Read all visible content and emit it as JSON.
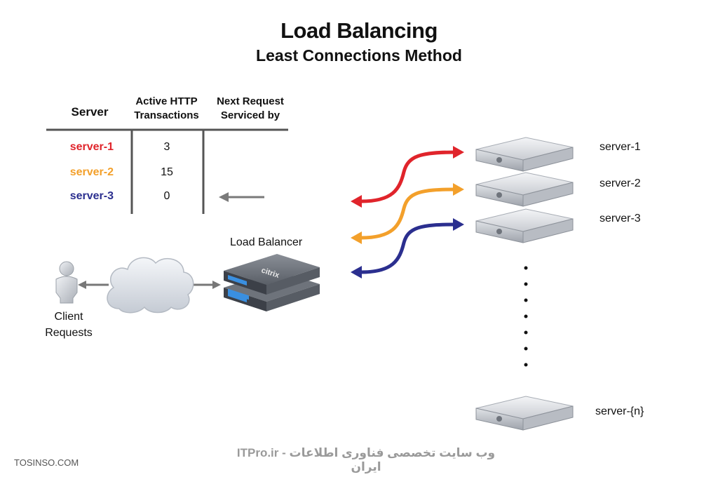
{
  "header": {
    "title": "Load Balancing",
    "subtitle": "Least Connections Method"
  },
  "table": {
    "col_server": "Server",
    "col_active": "Active HTTP\nTransactions",
    "col_active_line1": "Active HTTP",
    "col_active_line2": "Transactions",
    "col_next_line1": "Next Request",
    "col_next_line2": "Serviced by",
    "rows": [
      {
        "server": "server-1",
        "count": "3",
        "color": "#e0242b"
      },
      {
        "server": "server-2",
        "count": "15",
        "color": "#f3a02b"
      },
      {
        "server": "server-3",
        "count": "0",
        "color": "#2b2f8f"
      }
    ]
  },
  "diagram": {
    "load_balancer_label": "Load Balancer",
    "client_label_line1": "Client",
    "client_label_line2": "Requests",
    "device_brand": "citrix",
    "servers": [
      "server-1",
      "server-2",
      "server-3",
      "server-{n}"
    ],
    "arrow_colors": [
      "#e0242b",
      "#f3a02b",
      "#2b2f8f"
    ]
  },
  "footer": {
    "watermark_center": "ITPro.ir - وب سایت تخصصی فناوری اطلاعات ایران",
    "watermark_left": "TOSINSO.COM"
  }
}
